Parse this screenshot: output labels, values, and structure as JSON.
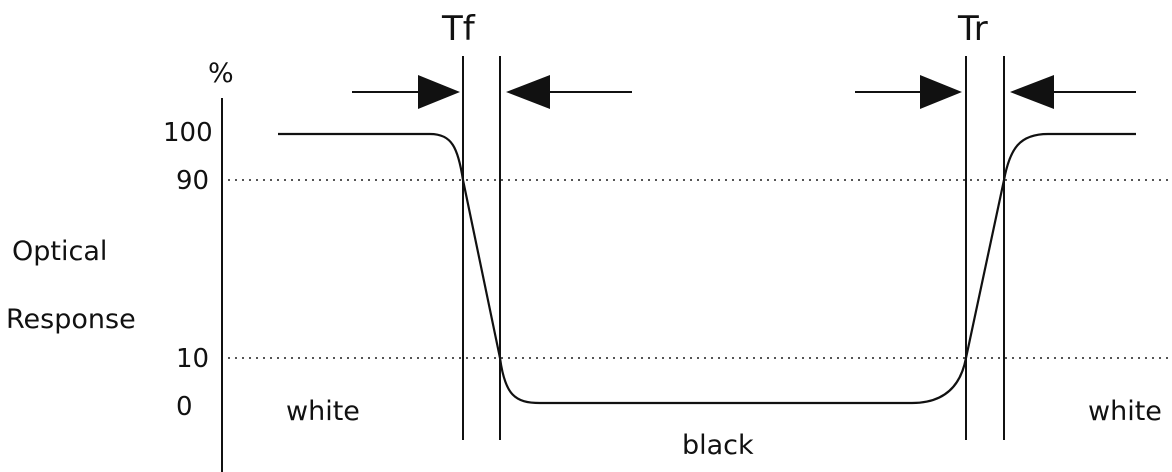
{
  "labels": {
    "unit": "%",
    "y_axis_line1": "Optical",
    "y_axis_line2": "Response",
    "fall_time": "Tf",
    "rise_time": "Tr",
    "state_left": "white",
    "state_middle": "black",
    "state_right": "white"
  },
  "y_ticks": [
    "100",
    "90",
    "10",
    "0"
  ],
  "colors": {
    "ink": "#111111",
    "dotted": "#555555",
    "background": "#ffffff"
  }
}
